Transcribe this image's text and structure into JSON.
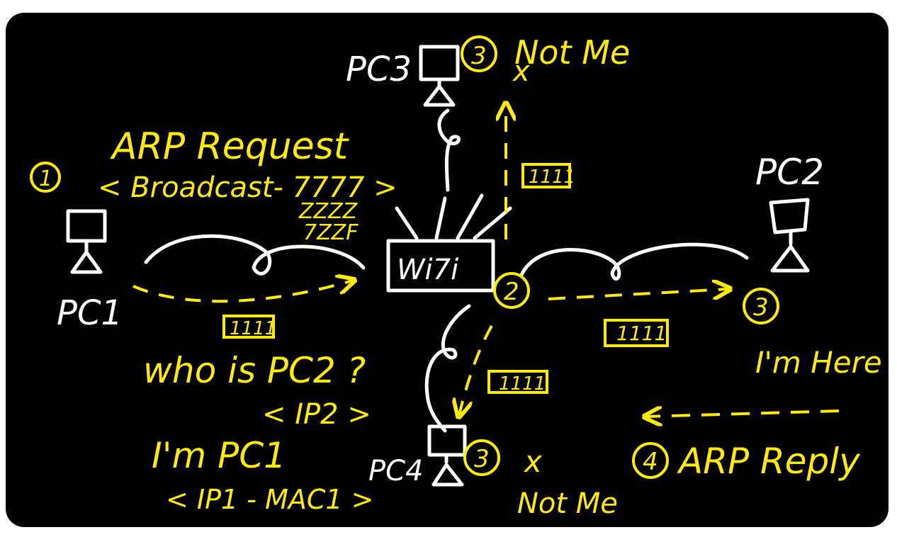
{
  "colors": {
    "background": "#000000",
    "ink_white": "#ffffff",
    "ink_yellow": "#ffec00",
    "page": "#ffffff"
  },
  "nodes": {
    "pc1": "PC1",
    "pc2": "PC2",
    "pc3": "PC3",
    "pc4": "PC4",
    "router": "Wi7i"
  },
  "steps": {
    "step1": "①",
    "step2": "②",
    "step3": "③",
    "step4": "④"
  },
  "request": {
    "title": "ARP Request",
    "broadcast": "< Broadcast- 7777 >",
    "broadcast_addr2": "ZZZZ",
    "broadcast_addr3": "7ZZF",
    "question": "who is PC2 ?",
    "target_ip": "< IP2 >",
    "sender": "I'm PC1",
    "sender_addr": "< IP1 - MAC1 >"
  },
  "replies": {
    "pc3_status": "Not Me",
    "pc4_status": "Not Me",
    "reject_mark": "x",
    "pc2_answer": "I'm Here",
    "reply_label": "ARP Reply"
  },
  "packets": {
    "label": "1111"
  }
}
